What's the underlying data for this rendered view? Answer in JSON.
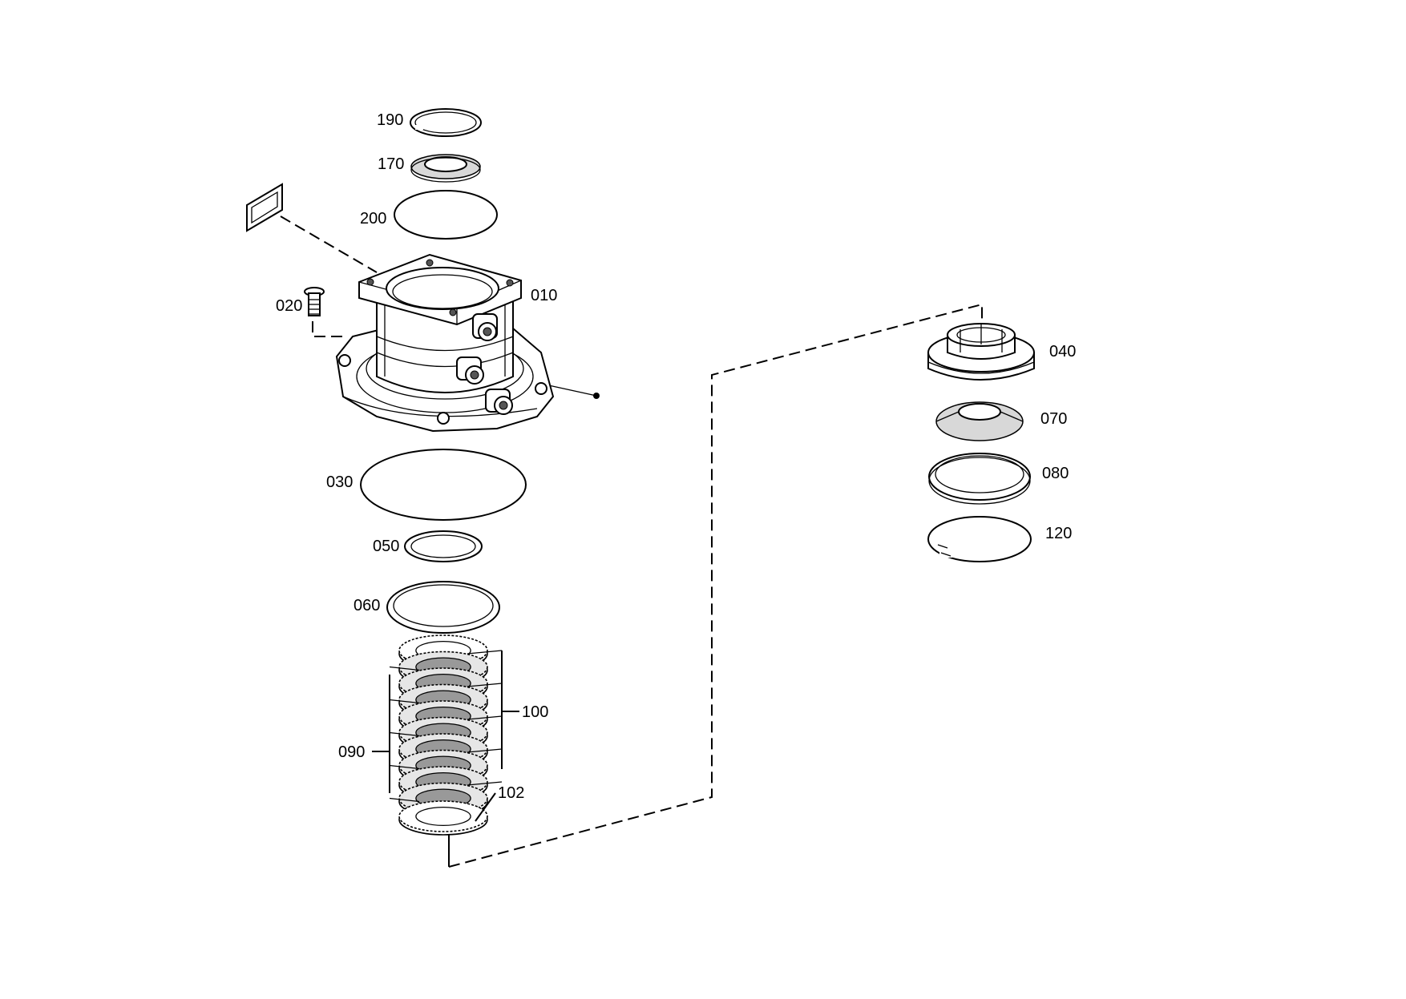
{
  "labels": {
    "p190": "190",
    "p170": "170",
    "p200": "200",
    "p020": "020",
    "p010": "010",
    "p030": "030",
    "p050": "050",
    "p060": "060",
    "p100": "100",
    "p090": "090",
    "p102": "102",
    "p040": "040",
    "p070": "070",
    "p080": "080",
    "p120": "120"
  }
}
